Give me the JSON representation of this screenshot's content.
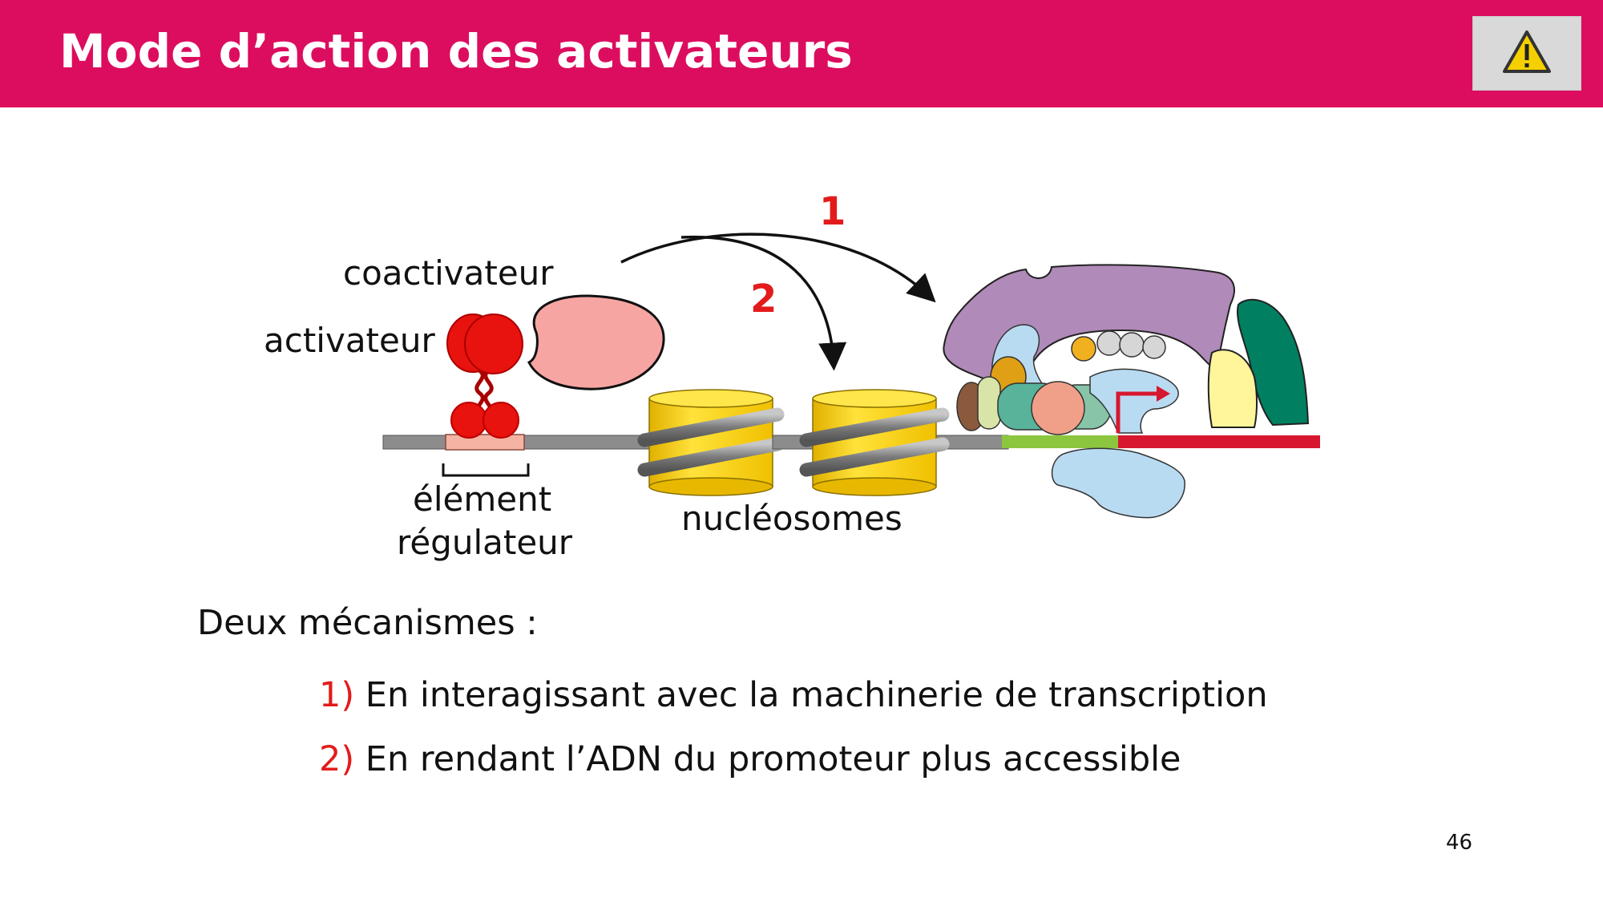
{
  "slide": {
    "title": "Mode d’action des activateurs",
    "page_number": "46"
  },
  "toolbar": {
    "warning_icon": "warning-triangle-icon"
  },
  "diagram": {
    "labels": {
      "coactivator": "coactivateur",
      "activator": "activateur",
      "regulatory_element_line1": "élément",
      "regulatory_element_line2": "régulateur",
      "nucleosomes": "nucléosomes",
      "arrow1": "1",
      "arrow2": "2"
    },
    "colors": {
      "activator": "#e8120e",
      "coactivator": "#f7a5a3",
      "nucleosome": "#f5c800",
      "mediator": "#b08ab8",
      "polymerase": "#b9dbf2",
      "promoter_green": "#8cc63f",
      "promoter_red": "#d7172f",
      "dna": "#8c8c8c"
    }
  },
  "body": {
    "intro": "Deux mécanismes :",
    "items": [
      {
        "num": "1)",
        "text": " En interagissant avec la machinerie de transcription"
      },
      {
        "num": "2)",
        "text": " En rendant l’ADN du promoteur plus accessible"
      }
    ]
  }
}
